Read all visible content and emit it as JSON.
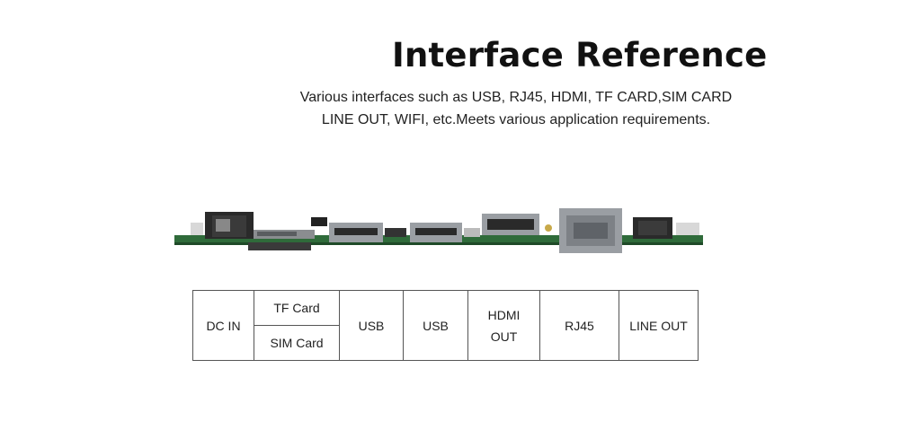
{
  "header": {
    "title": "Interface Reference",
    "subtitle_line1": "Various interfaces such as USB, RJ45, HDMI, TF CARD,SIM CARD",
    "subtitle_line2": "LINE OUT, WIFI, etc.Meets various application requirements."
  },
  "table": {
    "dc_in": "DC IN",
    "tf_card": "TF Card",
    "sim_card": "SIM Card",
    "usb_1": "USB",
    "usb_2": "USB",
    "hdmi_line1": "HDMI",
    "hdmi_line2": "OUT",
    "rj45": "RJ45",
    "line_out": "LINE OUT"
  },
  "colors": {
    "pcb": "#2f6b3a",
    "connector_metal": "#9a9ea3",
    "connector_dark": "#2a2a2a",
    "table_border": "#555555"
  }
}
